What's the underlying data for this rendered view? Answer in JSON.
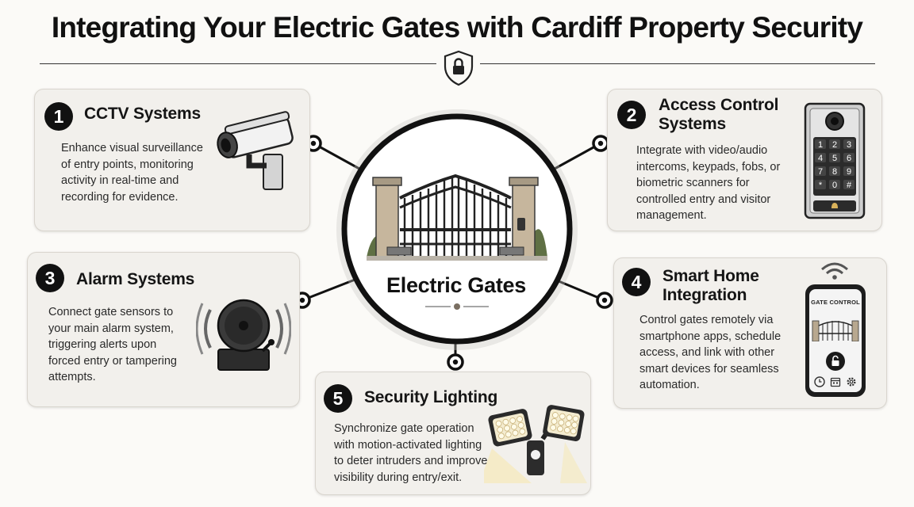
{
  "page_title": "Integrating Your Electric Gates with Cardiff Property Security",
  "center": {
    "label": "Electric Gates"
  },
  "cards": [
    {
      "number": "1",
      "title_line1": "CCTV Systems",
      "title_line2": "",
      "desc_lines": [
        "Enhance visual surveillance",
        "of entry points, monitoring",
        "activity in real-time and",
        "recording for evidence."
      ]
    },
    {
      "number": "2",
      "title_line1": "Access Control",
      "title_line2": "Systems",
      "desc_lines": [
        "Integrate with video/audio",
        "intercoms, keypads, fobs, or",
        "biometric scanners for",
        "controlled entry and visitor",
        "management."
      ]
    },
    {
      "number": "3",
      "title_line1": "Alarm Systems",
      "title_line2": "",
      "desc_lines": [
        "Connect gate sensors to",
        "your main alarm system,",
        "triggering alerts upon",
        "forced entry or tampering",
        "attempts."
      ]
    },
    {
      "number": "4",
      "title_line1": "Smart Home",
      "title_line2": "Integration",
      "desc_lines": [
        "Control gates remotely via",
        "smartphone apps, schedule",
        "access, and link with other",
        "smart devices for seamless",
        "automation."
      ]
    },
    {
      "number": "5",
      "title_line1": "Security Lighting",
      "title_line2": "",
      "desc_lines": [
        "Synchronize gate operation",
        "with motion-activated lighting",
        "to deter intruders and improve",
        "visibility during entry/exit."
      ]
    }
  ],
  "phone": {
    "screen_label": "GATE CONTROL"
  },
  "keypad": {
    "keys": [
      "1",
      "2",
      "3",
      "4",
      "5",
      "6",
      "7",
      "8",
      "9",
      "*",
      "0",
      "#"
    ]
  },
  "icons": [
    "shield-lock-icon",
    "cctv-camera-icon",
    "keypad-intercom-icon",
    "alarm-bell-icon",
    "smartphone-icon",
    "floodlight-icon",
    "wifi-icon",
    "lock-icon",
    "clock-icon",
    "calendar-icon",
    "gear-icon"
  ],
  "colors": {
    "ink": "#111111",
    "card": "#f2f0ec",
    "border": "#d9d5ce",
    "background": "#fbfaf7"
  }
}
